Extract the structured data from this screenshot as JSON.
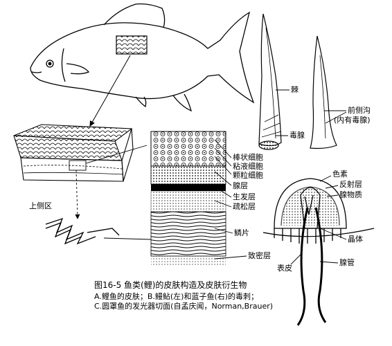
{
  "labels": {
    "spine": "棘",
    "venom_gland": "毒腺",
    "anterior_groove": "前侧沟",
    "anterior_groove_note": "(内有毒腺)",
    "club_cell": "棒状细胞",
    "mucous_cell": "粘液细胞",
    "granular_cell": "颗粒细胞",
    "gland_layer": "腺层",
    "germinal_layer": "生发层",
    "loose_layer": "疏松层",
    "scale": "鳞片",
    "dense_layer": "致密层",
    "upper_side": "上侧区",
    "pigment": "色素",
    "reflective_layer": "反射层",
    "gland_substance": "腺物质",
    "lens": "晶体",
    "gland_duct": "腺管",
    "epidermis": "表皮"
  },
  "caption": {
    "title": "图16-5   鱼类(鲤)的皮肤构造及皮肤衍生物",
    "line_a": "A.鲤鱼的皮肤；B.鳗鲇(左)和蓝子鱼(右)的毒刺；",
    "line_c": "C.圆罩鱼的发光器切面(自孟庆闻，Norman,Brauer)"
  }
}
